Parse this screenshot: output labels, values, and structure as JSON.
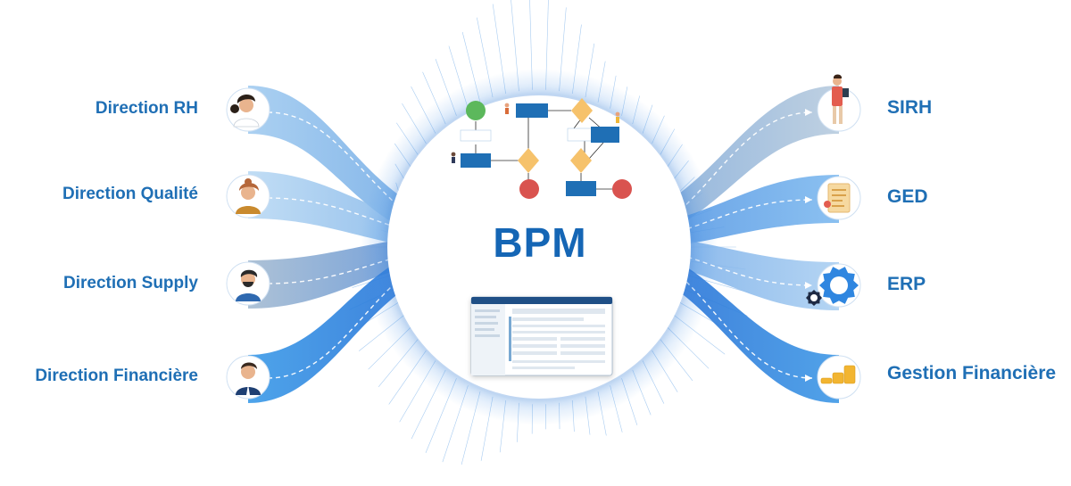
{
  "center": {
    "title": "BPM"
  },
  "left_items": [
    {
      "label": "Direction RH"
    },
    {
      "label": "Direction Qualité"
    },
    {
      "label": "Direction Supply"
    },
    {
      "label": "Direction Financière"
    }
  ],
  "right_items": [
    {
      "label": "SIRH"
    },
    {
      "label": "GED"
    },
    {
      "label": "ERP"
    },
    {
      "label": "Gestion Financière"
    }
  ],
  "colors": {
    "primary": "#1f6fb5",
    "band_dark": "#1a5fcf",
    "band_light": "#8fc3f0",
    "band_grey": "#a8bdd2",
    "start_node": "#5cb85c",
    "end_node": "#d9534f",
    "gateway": "#f6c26b"
  },
  "icons": {
    "left": [
      "woman-avatar-icon",
      "woman-glasses-avatar-icon",
      "man-beard-avatar-icon",
      "businessman-avatar-icon"
    ],
    "right": [
      "person-tablet-icon",
      "document-icon",
      "gear-icon",
      "coins-icon"
    ]
  }
}
